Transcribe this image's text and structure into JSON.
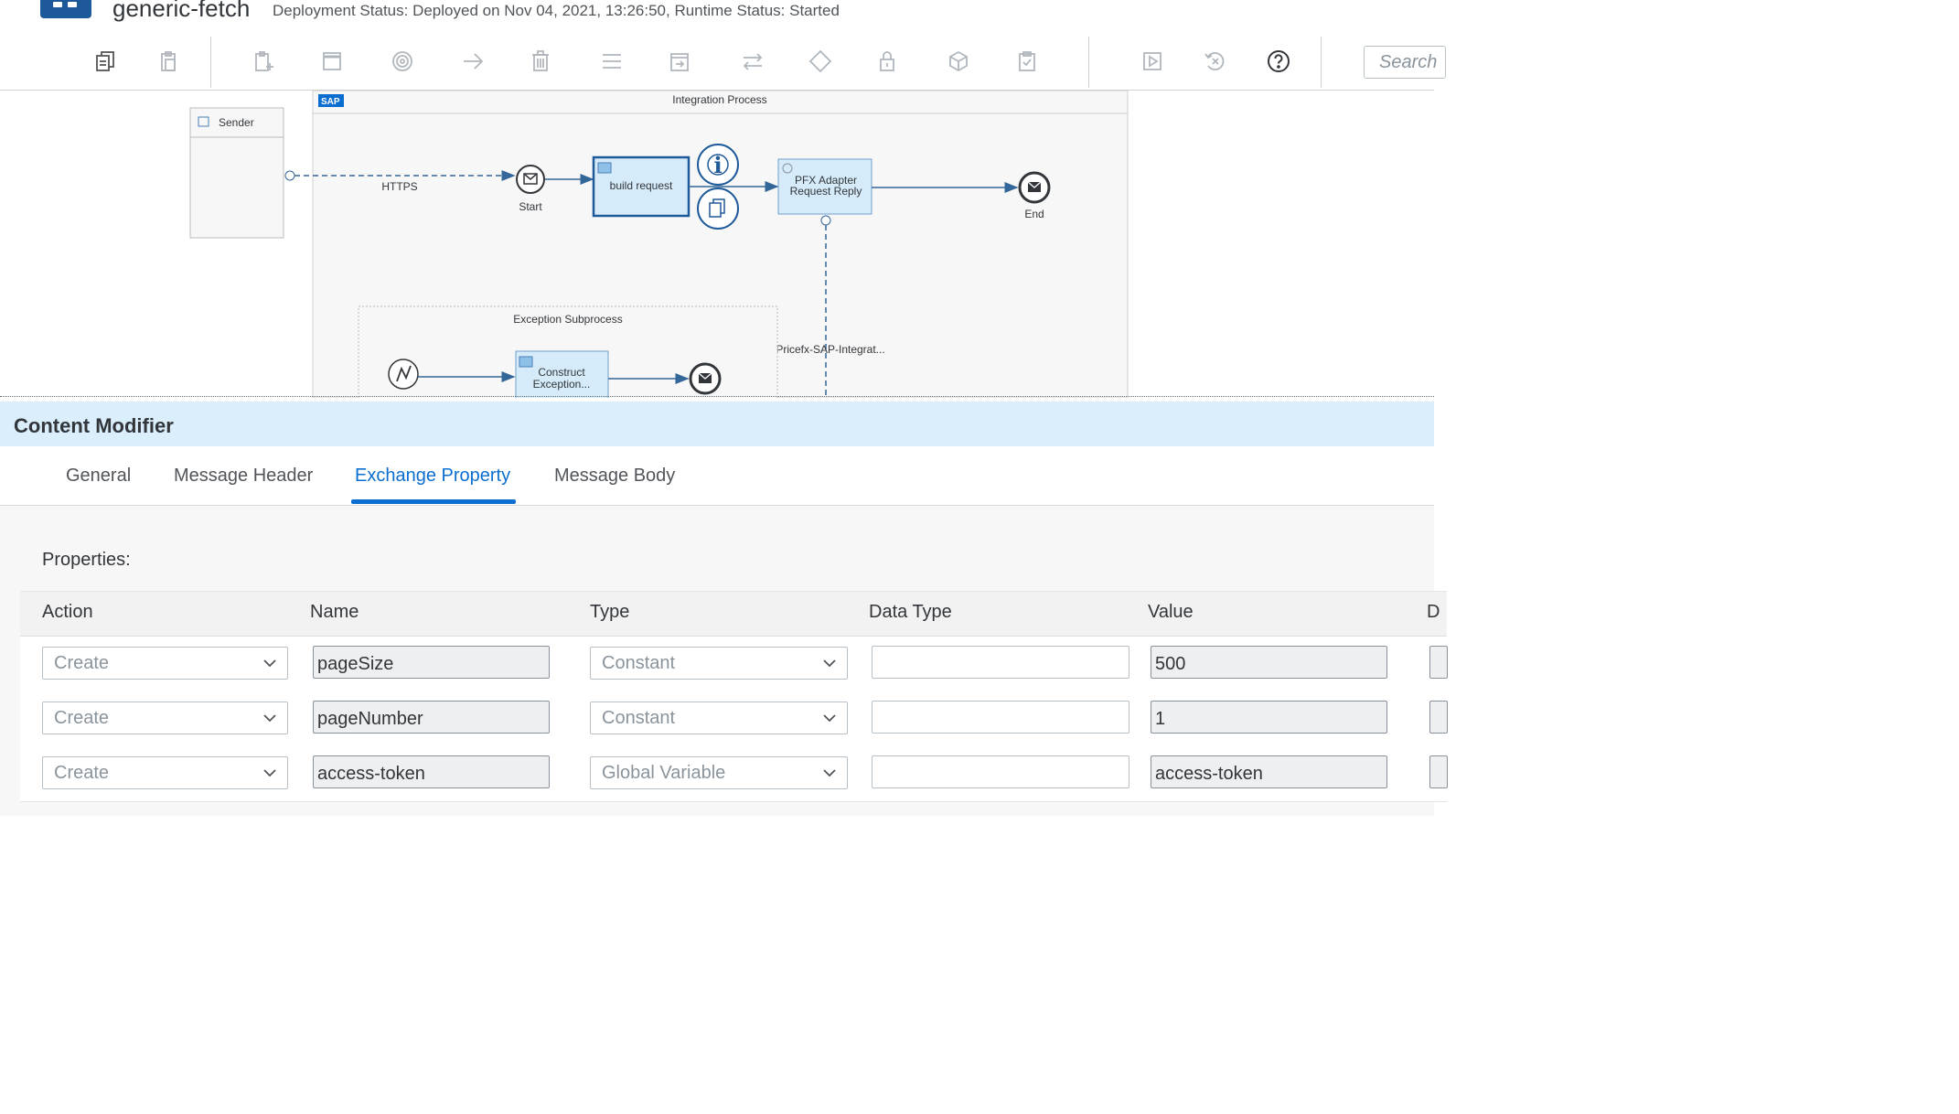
{
  "header": {
    "title": "generic-fetch",
    "status": "Deployment Status: Deployed on Nov 04, 2021, 13:26:50, Runtime Status: Started"
  },
  "toolbar": {
    "search_placeholder": "Search"
  },
  "diagram": {
    "sender": "Sender",
    "integration_process": "Integration Process",
    "logo": "SAP",
    "https": "HTTPS",
    "start": "Start",
    "build_request": "build request",
    "pfx_line1": "PFX Adapter",
    "pfx_line2": "Request Reply",
    "end": "End",
    "exception_subprocess": "Exception Subprocess",
    "construct_line1": "Construct",
    "construct_line2": "Exception...",
    "pricefx": "Pricefx-SAP-Integrat..."
  },
  "panel": {
    "title": "Content Modifier",
    "tabs": [
      "General",
      "Message Header",
      "Exchange Property",
      "Message Body"
    ],
    "active_tab": 2,
    "properties_label": "Properties:",
    "columns": [
      "Action",
      "Name",
      "Type",
      "Data Type",
      "Value",
      "D"
    ],
    "rows": [
      {
        "action": "Create",
        "name": "pageSize",
        "type": "Constant",
        "data_type": "",
        "value": "500"
      },
      {
        "action": "Create",
        "name": "pageNumber",
        "type": "Constant",
        "data_type": "",
        "value": "1"
      },
      {
        "action": "Create",
        "name": "access-token",
        "type": "Global Variable",
        "data_type": "",
        "value": "access-token"
      }
    ]
  },
  "colors": {
    "accent": "#0a6ed1",
    "panel_header": "#dbeefc",
    "diagram_line": "#336699"
  }
}
